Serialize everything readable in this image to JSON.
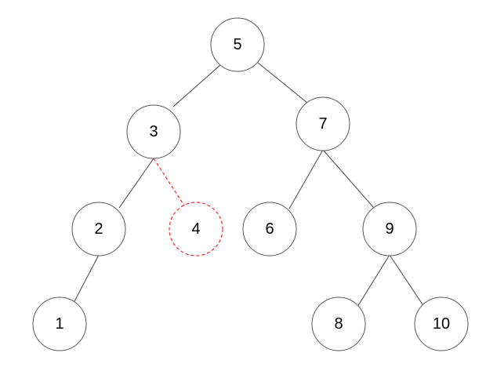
{
  "diagram": {
    "type": "binary-tree",
    "nodes": [
      {
        "id": "n5",
        "label": "5",
        "style": "solid"
      },
      {
        "id": "n3",
        "label": "3",
        "style": "solid"
      },
      {
        "id": "n7",
        "label": "7",
        "style": "solid"
      },
      {
        "id": "n2",
        "label": "2",
        "style": "solid"
      },
      {
        "id": "n4",
        "label": "4",
        "style": "dashed",
        "color": "#ff0000"
      },
      {
        "id": "n6",
        "label": "6",
        "style": "solid"
      },
      {
        "id": "n9",
        "label": "9",
        "style": "solid"
      },
      {
        "id": "n1",
        "label": "1",
        "style": "solid"
      },
      {
        "id": "n8",
        "label": "8",
        "style": "solid"
      },
      {
        "id": "n10",
        "label": "10",
        "style": "solid"
      }
    ],
    "edges": [
      {
        "from": "n5",
        "to": "n3",
        "style": "solid"
      },
      {
        "from": "n5",
        "to": "n7",
        "style": "solid"
      },
      {
        "from": "n3",
        "to": "n2",
        "style": "solid"
      },
      {
        "from": "n3",
        "to": "n4",
        "style": "dashed",
        "color": "#ff0000"
      },
      {
        "from": "n7",
        "to": "n6",
        "style": "solid"
      },
      {
        "from": "n7",
        "to": "n9",
        "style": "solid"
      },
      {
        "from": "n2",
        "to": "n1",
        "style": "solid"
      },
      {
        "from": "n9",
        "to": "n8",
        "style": "solid"
      },
      {
        "from": "n9",
        "to": "n10",
        "style": "solid"
      }
    ]
  }
}
